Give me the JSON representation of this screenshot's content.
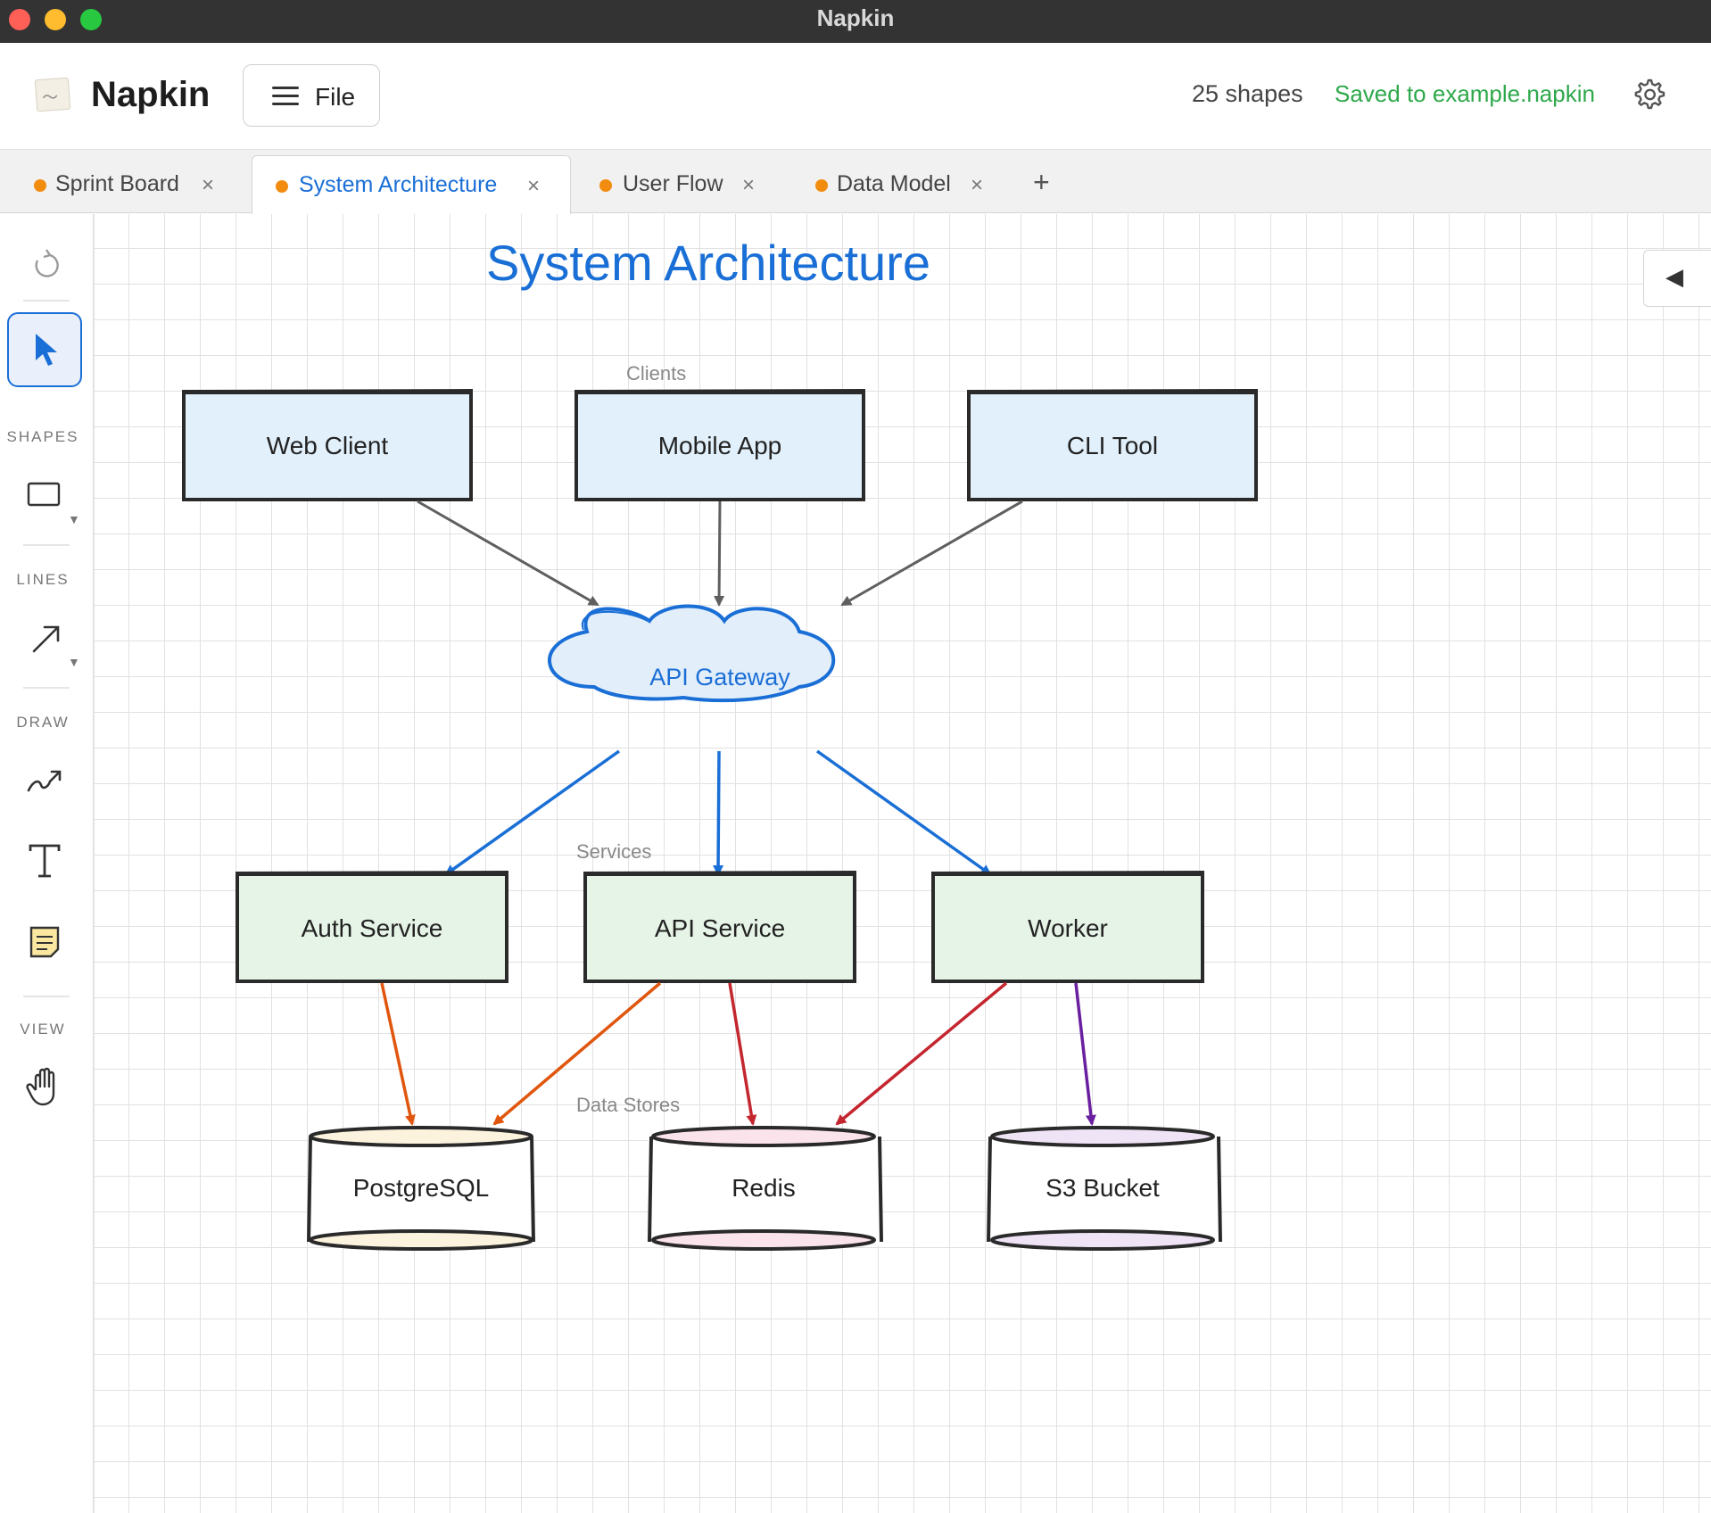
{
  "window": {
    "title": "Napkin"
  },
  "app": {
    "name": "Napkin",
    "file_label": "File",
    "shape_count": "25 shapes",
    "saved_status": "Saved to example.napkin"
  },
  "tabs": [
    {
      "label": "Sprint Board",
      "close": "×"
    },
    {
      "label": "System Architecture",
      "close": "×",
      "active": true
    },
    {
      "label": "User Flow",
      "close": "×"
    },
    {
      "label": "Data Model",
      "close": "×"
    }
  ],
  "tab_add": "+",
  "toolbar": {
    "sections": {
      "shapes": "SHAPES",
      "lines": "LINES",
      "draw": "DRAW",
      "view": "VIEW"
    },
    "tools": [
      "undo-icon",
      "pointer-icon",
      "rectangle-icon",
      "arrow-icon",
      "freehand-icon",
      "text-icon",
      "sticky-note-icon",
      "hand-icon"
    ]
  },
  "panel_toggle": "◀",
  "diagram": {
    "title": "System Architecture",
    "groups": {
      "clients": "Clients",
      "services": "Services",
      "stores": "Data Stores"
    },
    "nodes": {
      "web_client": "Web Client",
      "mobile_app": "Mobile App",
      "cli_tool": "CLI Tool",
      "gateway": "API Gateway",
      "auth": "Auth Service",
      "api": "API Service",
      "worker": "Worker",
      "postgres": "PostgreSQL",
      "redis": "Redis",
      "s3": "S3 Bucket"
    }
  },
  "colors": {
    "accent": "#1a6fd6",
    "saved_green": "#2ea84a",
    "tab_dot": "#f28c0f",
    "client_fill": "#e1f0fb",
    "service_fill": "#e6f4e7",
    "postgres_fill": "#fcf3de",
    "redis_fill": "#fbe3ec",
    "s3_fill": "#efe3f6",
    "arrow_gray": "#5f5f5f",
    "arrow_blue": "#1a6fd6",
    "arrow_orange": "#e0560e",
    "arrow_red": "#c4262f",
    "arrow_purple": "#6a1fa0"
  }
}
